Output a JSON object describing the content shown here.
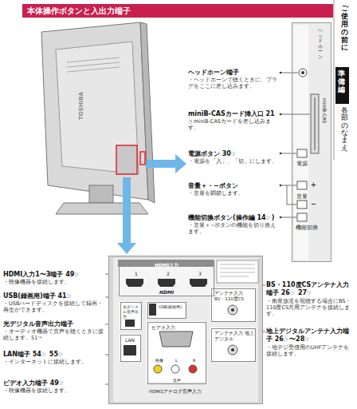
{
  "diagram": {
    "nodes": [
      {
        "text": [
          "本体操作ボタンと入出力端子"
        ]
      },
      {
        "text": [
          "準備編"
        ]
      },
      {
        "text": [
          "ヘッドホーン",
          "miniB-CAS",
          "電源",
          "+",
          "音量",
          "−",
          "機能切換"
        ]
      },
      {
        "text": [
          "HDMI1アナログ音声入力"
        ]
      },
      {
        "text": [
          "HDMI入力",
          "1",
          "2",
          "3",
          "HDMI"
        ],
        "in": 3
      },
      {
        "text": [
          "光デジタル音声出力"
        ],
        "in": 3
      },
      {
        "text": [
          "USB(録画用)"
        ],
        "in": 3
      },
      {
        "text": [
          "LAN"
        ],
        "in": 3
      },
      {
        "text": [
          "ビデオ入力",
          "映像",
          "L",
          "R",
          "音声"
        ],
        "in": 3
      },
      {
        "text": [
          "アンテナ入力 BS・110度CS"
        ],
        "in": 3
      },
      {
        "text": [
          "アンテナ入力 地上デジタル"
        ],
        "in": 3
      }
    ],
    "labels": [
      "ご使用の前に",
      "各部のなまえ",
      "TOSHIBA",
      "ヘッドホーン端子",
      "・ヘッドホーンで聴くときに、プラグをここに差し込みます。",
      "miniB-CASカード挿入口 21☞",
      "・miniB-CASカードを差し込みます。",
      "電源ボタン 30☞",
      "・電源を「入」、「切」にします。",
      "音量＋・−ボタン",
      "・音量を調節します。",
      "機能切換ボタン(操作編 14☞)",
      "・音量＋−ボタンの機能を切り換えます。",
      "HDMI入力1〜3端子 49☞",
      "・映像機器を接続します。",
      "USB(録画用)端子 41☞",
      "・USBハードディスクを接続して録画・再生ができます。",
      "光デジタル音声出力端子",
      "・オーディオ機器で音声を聴くときに接続します。51☞",
      "LAN端子 54☞ 55☞",
      "・インターネットに接続します。",
      "ビデオ入力端子 49☞",
      "・映像機器を接続します。",
      "BS・110度CSアンテナ入力端子 26☞ 27☞",
      "・衛星放送を視聴する場合にBS・110度CS共用アンテナを接続します。",
      "地上デジタルアンテナ入力端子 26☞〜28☞",
      "・地デジ受信用のUHFアンテナを接続します。"
    ]
  }
}
